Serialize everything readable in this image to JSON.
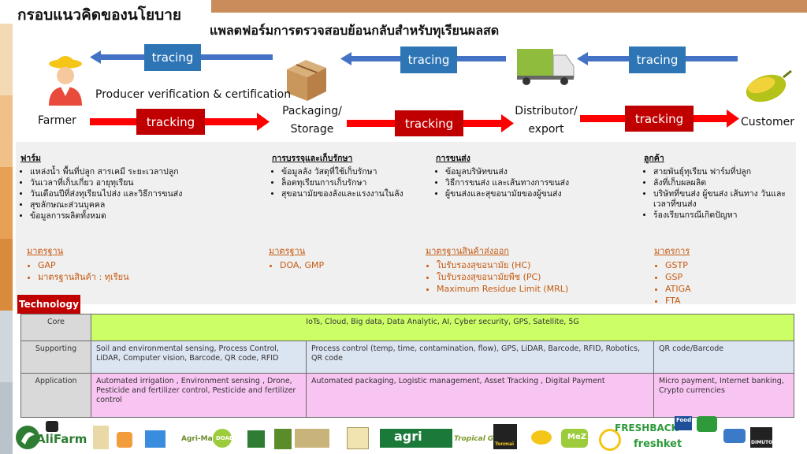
{
  "page_title": "กรอบแนวคิดของนโยบาย",
  "platform_title": "แพลตฟอร์มการตรวจสอบย้อนกลับสำหรับทุเรียนผลสด",
  "flow": {
    "tracing_label": "tracing",
    "tracking_label": "tracking",
    "nodes": {
      "farmer": "Farmer",
      "packaging_l1": "Packaging/",
      "packaging_l2": "Storage",
      "distributor_l1": "Distributor/",
      "distributor_l2": "export",
      "customer": "Customer"
    },
    "producer_note": "Producer verification & certification"
  },
  "columns": [
    {
      "header": "ฟาร์ม",
      "items": [
        "แหล่งน้ำ พื้นที่ปลูก สารเคมี ระยะเวลาปลูก",
        "วันเวลาที่เก็บเกี่ยว อายุทุเรียน",
        "วันเดือนปีที่ส่งทุเรียนไปส่ง และวิธีการขนส่ง",
        "สุขลักษณะส่วนบุคคล",
        "ข้อมูลการผลิตทั้งหมด"
      ]
    },
    {
      "header": "การบรรจุและเก็บรักษา",
      "items": [
        "ข้อมูลลัง วัสดุที่ใช้เก็บรักษา",
        "ล็อตทุเรียนการเก็บรักษา",
        "สุขอนามัยของลังและแรงงานในลัง"
      ]
    },
    {
      "header": "การขนส่ง",
      "items": [
        "ข้อมูลบริษัทขนส่ง",
        "วิธีการขนส่ง และเส้นทางการขนส่ง",
        "ผู้ขนส่งและสุขอนามัยของผู้ขนส่ง"
      ]
    },
    {
      "header": "ลูกค้า",
      "items": [
        "สายพันธุ์ทุเรียน ฟาร์มที่ปลูก",
        "ลังที่เก็บผลผลิต",
        "บริษัทที่ขนส่ง ผู้ขนส่ง เส้นทาง วันและเวลาที่ขนส่ง",
        "ร้องเรียนกรณีเกิดปัญหา"
      ]
    }
  ],
  "standards": [
    {
      "header": "มาตรฐาน",
      "items": [
        "GAP",
        "มาตรฐานสินค้า : ทุเรียน"
      ]
    },
    {
      "header": "มาตรฐาน",
      "items": [
        "DOA, GMP"
      ]
    },
    {
      "header": "มาตรฐานสินค้าส่งออก",
      "items": [
        "ใบรับรองสุขอนามัย (HC)",
        "ใบรับรองสุขอนามัยพืช (PC)",
        "Maximum Residue Limit (MRL)"
      ]
    },
    {
      "header": "มาตรการ",
      "items": [
        "GSTP",
        "GSP",
        "ATIGA",
        "FTA"
      ]
    }
  ],
  "technology": {
    "badge": "Technology",
    "rows": [
      {
        "label": "Core",
        "cells": [
          "IoTs, Cloud, Big data, Data Analytic, AI, Cyber security, GPS, Satellite, 5G"
        ]
      },
      {
        "label": "Supporting",
        "cells": [
          "Soil and environmental sensing, Process Control, LiDAR, Computer vision, Barcode, QR code, RFID",
          "Process control (temp, time, contamination, flow), GPS, LiDAR, Barcode, RFID, Robotics, QR code",
          "QR code/Barcode"
        ]
      },
      {
        "label": "Application",
        "cells": [
          "Automated irrigation , Environment sensing , Drone, Pesticide and fertilizer control, Pesticide and fertilizer control",
          "Automated packaging, Logistic management, Asset Tracking , Digital Payment",
          "Micro payment, Internet banking, Crypto currencies"
        ]
      }
    ]
  },
  "logos": {
    "alifarm": "AliFarm",
    "agrimap": "Agri-Map",
    "doae": "DOAE",
    "agri": "agri",
    "tropical": "Tropical Green",
    "tonmai": "Tonmai",
    "mez": "MeZ",
    "freshback": "FRESHBACK",
    "food": "Food",
    "freshket": "freshket",
    "dimuto": "DIMUTO"
  },
  "colors": {
    "tracing_arrow": "#4472c4",
    "tracing_box": "#2e75b6",
    "tracking_arrow": "#ff0000",
    "tracking_box": "#c00000",
    "standards_text": "#c55a11",
    "core_bg": "#ccff66",
    "supporting_bg": "#dbe4f1",
    "application_bg": "#f8c4f2"
  }
}
